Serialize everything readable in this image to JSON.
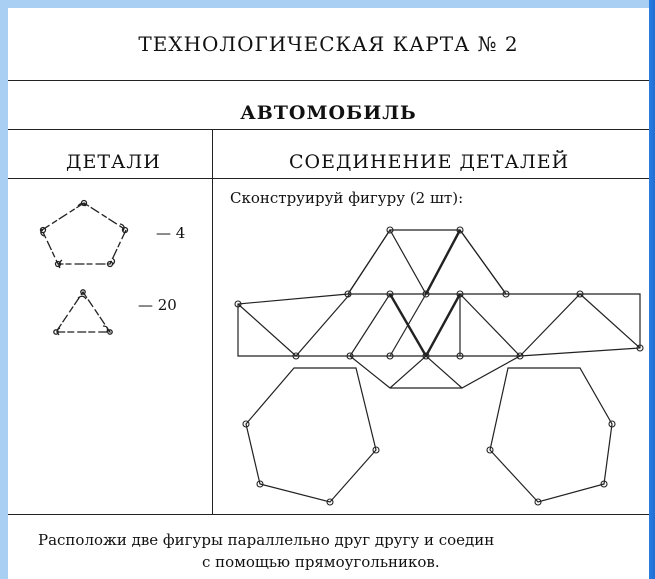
{
  "card": {
    "title": "ТЕХНОЛОГИЧЕСКАЯ  КАРТА  № 2",
    "subtitle": "АВТОМОБИЛЬ"
  },
  "columns": {
    "parts_header": "ДЕТАЛИ",
    "joining_header": "СОЕДИНЕНИЕ ДЕТАЛЕЙ"
  },
  "parts": [
    {
      "shape": "pentagon",
      "count_label": "— 4"
    },
    {
      "shape": "triangle",
      "count_label": "— 20"
    }
  ],
  "instruction": "Сконструируй фигуру (2 шт):",
  "footer": {
    "line1": "Расположи две фигуры параллельно друг другу и соедин",
    "line2": "с помощью прямоугольников."
  },
  "colors": {
    "frame": "#a9d0f2",
    "frame_right_accent": "#2a7de0",
    "ink": "#111111"
  }
}
